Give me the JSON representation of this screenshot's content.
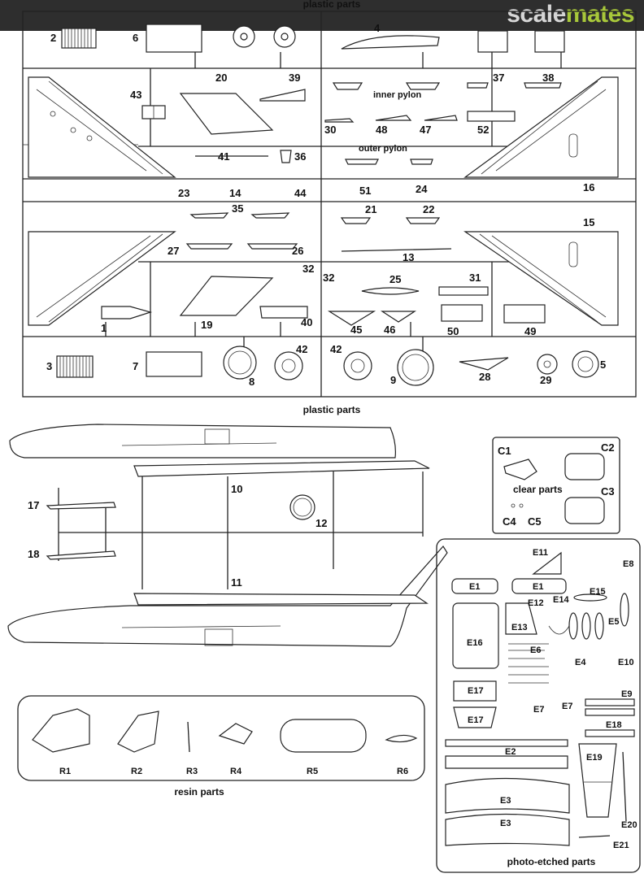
{
  "watermark": {
    "part1": "scale",
    "part2": "mates",
    "color1": "#d6d6d6",
    "color2": "#a8c83a",
    "bar_color": "#2e2e2e"
  },
  "sections": {
    "plastic_top": "plastic parts",
    "plastic_mid": "plastic parts",
    "clear": "clear parts",
    "resin": "resin parts",
    "photo_etched": "photo-etched parts",
    "inner_pylon": "inner pylon",
    "outer_pylon": "outer pylon"
  },
  "sprue_top_labels": [
    "2",
    "6",
    "4",
    "43",
    "20",
    "39",
    "37",
    "38",
    "30",
    "48",
    "47",
    "52",
    "41",
    "36",
    "23",
    "14",
    "44",
    "51",
    "24",
    "16",
    "35",
    "21",
    "22",
    "15",
    "27",
    "26",
    "13",
    "32",
    "32",
    "25",
    "31",
    "1",
    "19",
    "40",
    "45",
    "46",
    "50",
    "49",
    "3",
    "7",
    "8",
    "42",
    "42",
    "9",
    "28",
    "29",
    "5"
  ],
  "fuselage_labels": [
    "17",
    "10",
    "12",
    "18",
    "11"
  ],
  "clear_labels": [
    "C1",
    "C2",
    "C3",
    "C4",
    "C5"
  ],
  "resin_labels": [
    "R1",
    "R2",
    "R3",
    "R4",
    "R5",
    "R6"
  ],
  "pe_labels": [
    "E11",
    "E8",
    "E1",
    "E1",
    "E15",
    "E12",
    "E14",
    "E16",
    "E13",
    "E5",
    "E6",
    "E4",
    "E10",
    "E9",
    "E7",
    "E7",
    "E17",
    "E17",
    "E18",
    "E2",
    "E19",
    "E3",
    "E3",
    "E20",
    "E21"
  ]
}
